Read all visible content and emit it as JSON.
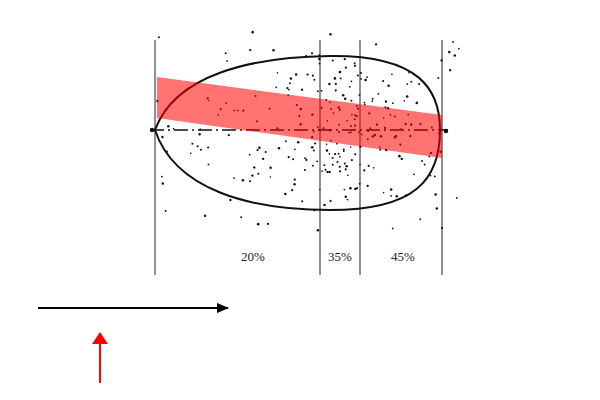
{
  "diagram": {
    "labels": [
      "20%",
      "35%",
      "45%"
    ]
  }
}
